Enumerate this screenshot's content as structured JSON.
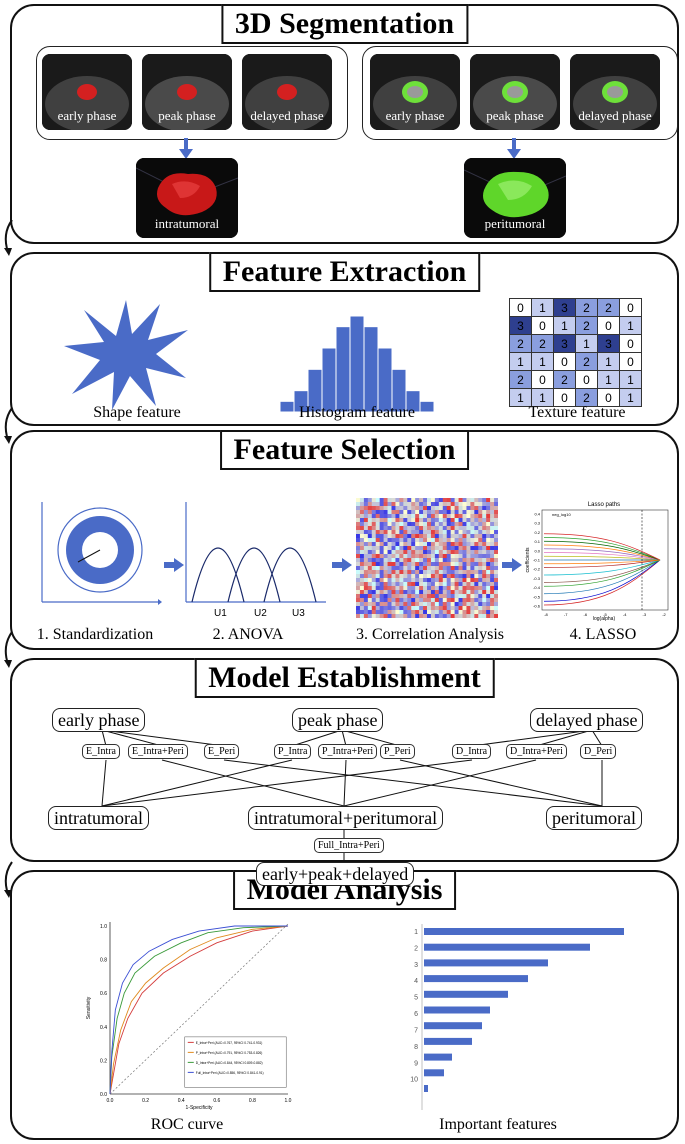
{
  "panels": {
    "segmentation": {
      "title": "3D Segmentation",
      "left_labels": [
        "early phase",
        "peak phase",
        "delayed phase"
      ],
      "right_labels": [
        "early phase",
        "peak phase",
        "delayed phase"
      ],
      "left_3d": "intratumoral",
      "right_3d": "peritumoral",
      "colors": {
        "intra": "#d42020",
        "peri": "#6ee03a"
      }
    },
    "extraction": {
      "title": "Feature Extraction",
      "captions": [
        "Shape feature",
        "Histogram feature",
        "Texture feature"
      ],
      "histogram_values": [
        1,
        2,
        4,
        6,
        8,
        9,
        8,
        6,
        4,
        2,
        1
      ],
      "texture_matrix": [
        [
          "0",
          "1",
          "3",
          "2",
          "2",
          "0"
        ],
        [
          "3",
          "0",
          "1",
          "2",
          "0",
          "1"
        ],
        [
          "2",
          "2",
          "3",
          "1",
          "3",
          "0"
        ],
        [
          "1",
          "1",
          "0",
          "2",
          "1",
          "0"
        ],
        [
          "2",
          "0",
          "2",
          "0",
          "1",
          "1"
        ],
        [
          "1",
          "1",
          "0",
          "2",
          "0",
          "1"
        ]
      ],
      "accent": "#4a6bc7"
    },
    "selection": {
      "title": "Feature Selection",
      "captions": [
        "1. Standardization",
        "2. ANOVA",
        "3. Correlation Analysis",
        "4. LASSO"
      ],
      "anova_labels": [
        "U1",
        "U2",
        "U3"
      ],
      "lasso_title": "Lasso paths",
      "lasso_xlabel": "log(alpha)",
      "lasso_ylabel": "coefficients",
      "lasso_legend": "neg_log10",
      "lasso_xticks": [
        "-8",
        "-7",
        "-6",
        "-5",
        "-4",
        "-3",
        "-2"
      ],
      "lasso_yticks": [
        "0.4",
        "0.3",
        "0.2",
        "0.1",
        "0.0",
        "-0.1",
        "-0.2",
        "-0.3",
        "-0.4",
        "-0.5",
        "-0.6"
      ]
    },
    "model": {
      "title": "Model Establishment",
      "top_nodes": [
        "early phase",
        "peak phase",
        "delayed phase"
      ],
      "small_nodes": [
        "E_Intra",
        "E_Intra+Peri",
        "E_Peri",
        "P_Intra",
        "P_Intra+Peri",
        "P_Peri",
        "D_Intra",
        "D_Intra+Peri",
        "D_Peri"
      ],
      "bottom_nodes": [
        "intratumoral",
        "intratumoral+peritumoral",
        "peritumoral"
      ],
      "full_node": "Full_Intra+Peri",
      "final_node": "early+peak+delayed"
    },
    "analysis": {
      "title": "Model Analysis",
      "captions": [
        "ROC curve",
        "Important features"
      ],
      "roc_xlabel": "1-Specificity",
      "roc_ylabel": "Sensitivity",
      "roc_ticks": [
        "0.0",
        "0.2",
        "0.4",
        "0.6",
        "0.8",
        "1.0"
      ],
      "roc_legend": [
        "E_Intra+Peri (AUC=0.767, 95%CI 0.741-0.931)",
        "P_Intra+Peri (AUC=0.791, 95%CI 0.753-0.826)",
        "D_Intra+Peri (AUC=0.844, 95%CI 0.809-0.882)",
        "Full_Intra+Peri (AUC=0.856, 95%CI 0.841-0.91)"
      ],
      "roc_colors": [
        "#d43c3c",
        "#e08a1e",
        "#3a9a3a",
        "#3b4fd4"
      ],
      "importance_labels": [
        "1",
        "2",
        "3",
        "4",
        "5",
        "6",
        "7",
        "8",
        "9",
        "10"
      ],
      "importance_values": [
        1.0,
        0.83,
        0.62,
        0.52,
        0.42,
        0.33,
        0.29,
        0.24,
        0.14,
        0.1,
        0.02
      ],
      "bar_color": "#4a6bc7"
    }
  }
}
